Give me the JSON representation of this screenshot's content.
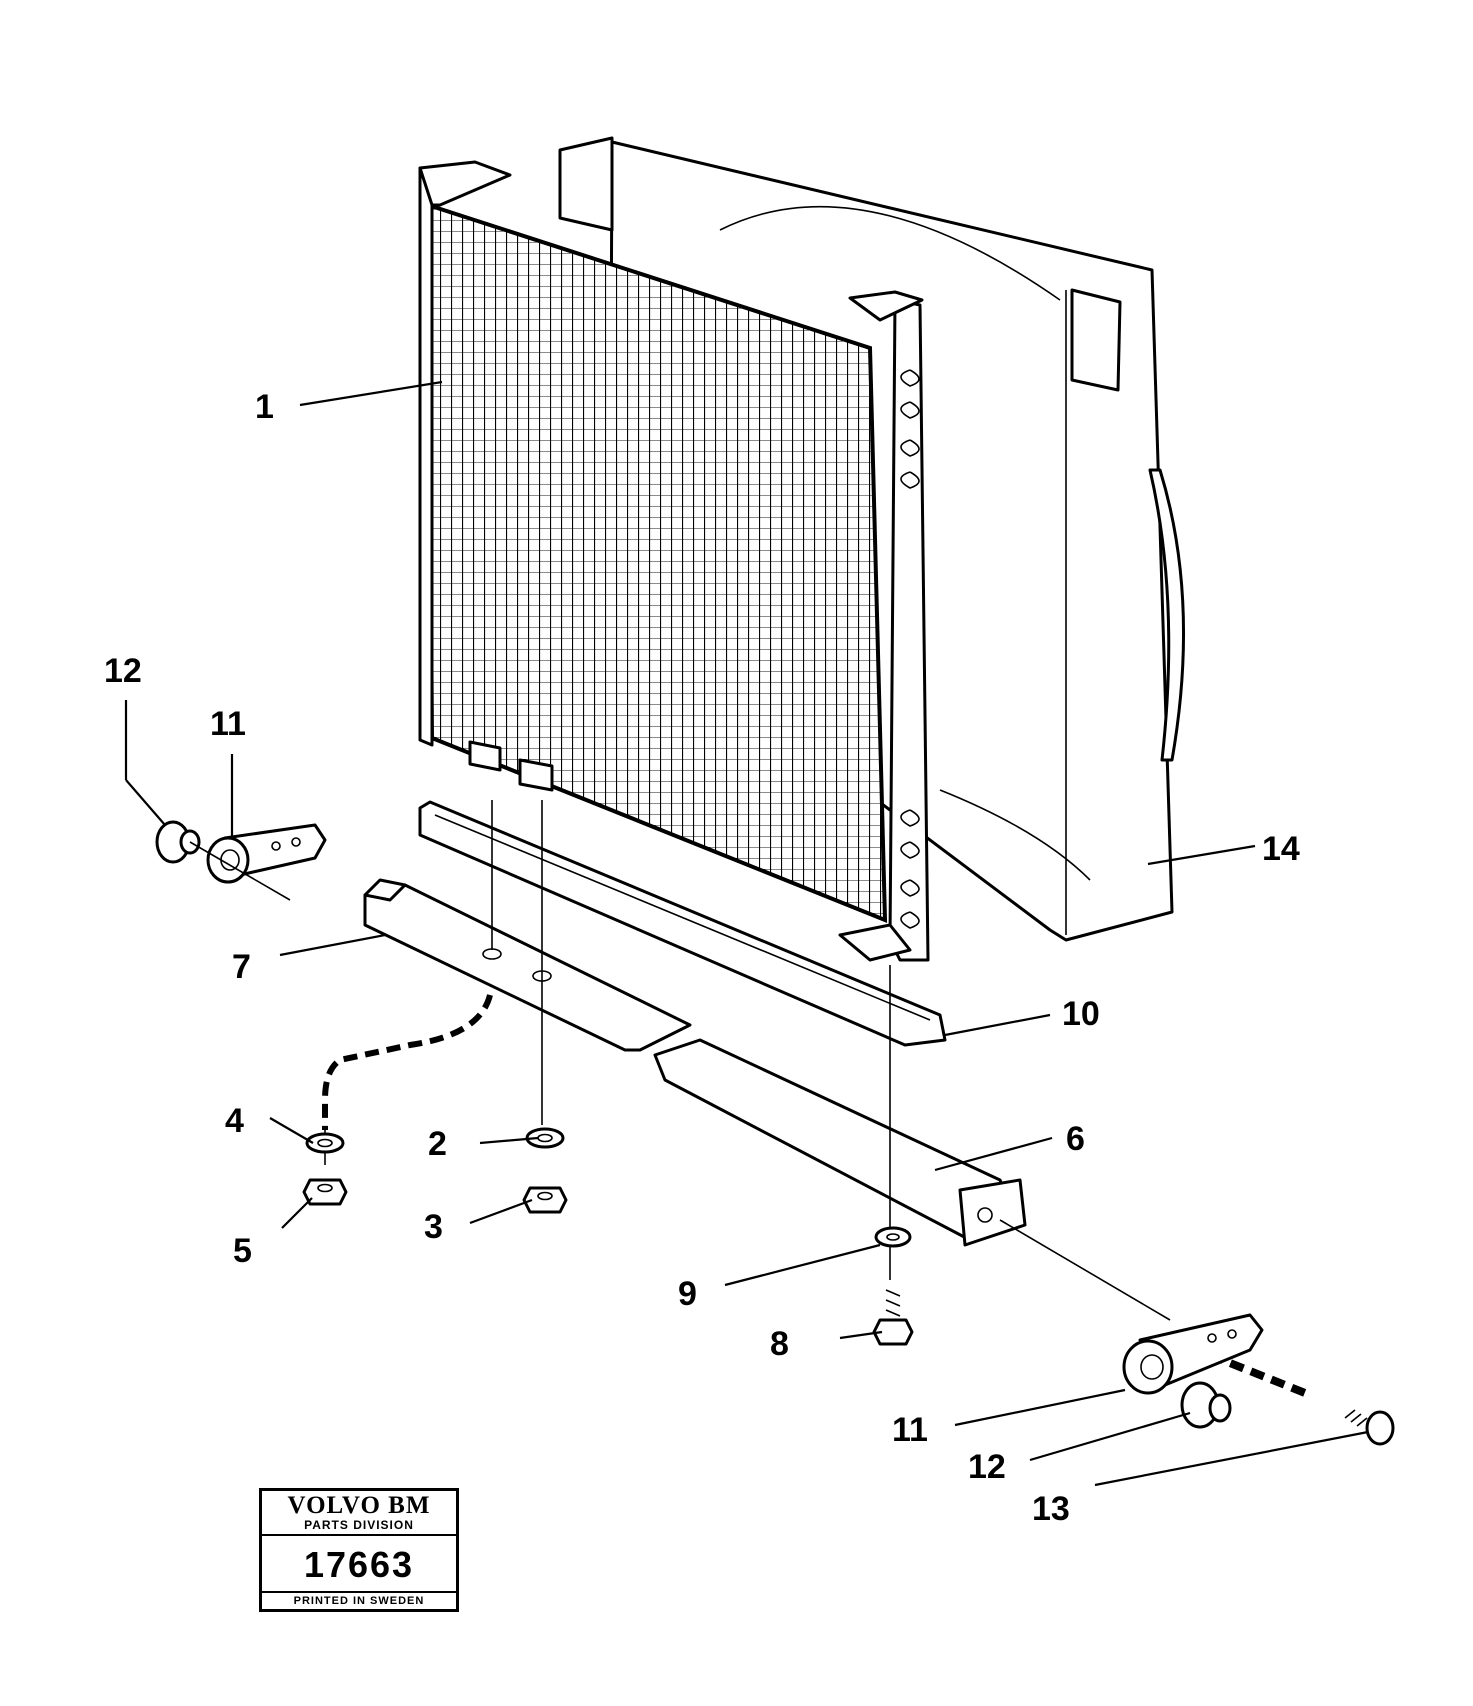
{
  "diagram": {
    "labels": {
      "l1": "1",
      "l2": "2",
      "l3": "3",
      "l4": "4",
      "l5": "5",
      "l6": "6",
      "l7": "7",
      "l8": "8",
      "l9": "9",
      "l10": "10",
      "l11a": "11",
      "l11b": "11",
      "l12a": "12",
      "l12b": "12",
      "l13": "13",
      "l14": "14"
    }
  },
  "stamp": {
    "brand": "VOLVO BM",
    "division": "PARTS DIVISION",
    "number": "17663",
    "footer": "PRINTED IN SWEDEN"
  }
}
